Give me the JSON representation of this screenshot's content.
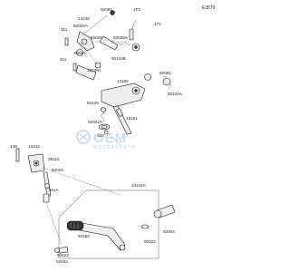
{
  "diagram_code": "E3570",
  "watermark": {
    "brand": "OEM",
    "subtitle": "MOTORPARTS"
  },
  "colors": {
    "line": "#1a1a1a",
    "watermark": "#9ec1e6",
    "background": "#ffffff"
  },
  "labels": {
    "l92081a": "92081",
    "l172a": "172",
    "l13236": "13236",
    "l92028a": "92028A",
    "l311a": "311",
    "l92026": "92026",
    "l92028b": "92028",
    "l172b": "172",
    "l92028c": "92028A",
    "l311b": "311",
    "l92144b": "92144B",
    "l13236a": "13236A",
    "l92081b": "92081",
    "l92144a": "92144A",
    "l13165": "13165",
    "l92145": "92145",
    "l13161": "13161",
    "l92022a": "92022A",
    "l460": "460",
    "l139": "139",
    "l13242": "13242",
    "l39110": "39110",
    "l92015": "92015",
    "l311c": "311A",
    "l13242a": "13242A",
    "l92150": "92150",
    "l92022b": "92022",
    "l92004": "92004",
    "l92033": "92033",
    "l92022c": "92022"
  }
}
